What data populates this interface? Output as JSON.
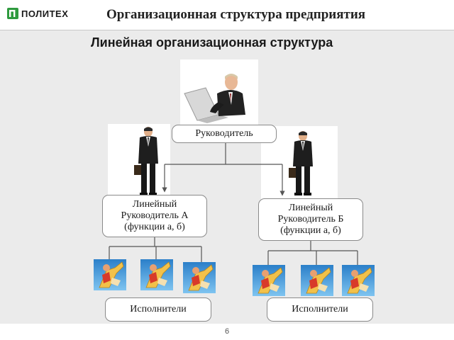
{
  "header": {
    "logo_text": "ПОЛИТЕХ",
    "title": "Организационная структура предприятия"
  },
  "slide": {
    "subtitle": "Линейная организационная структура",
    "page_number": "6"
  },
  "org_chart": {
    "top": {
      "label": "Руководитель"
    },
    "managers": [
      {
        "lines": [
          "Линейный",
          "Руководитель А",
          "(функции а, б)"
        ]
      },
      {
        "lines": [
          "Линейный",
          "Руководитель Б",
          "(функции а, б)"
        ]
      }
    ],
    "executors": [
      {
        "label": "Исполнители"
      },
      {
        "label": "Исполнители"
      }
    ]
  },
  "colors": {
    "logo_green": "#2e9a3e",
    "content_bg": "#ebebeb",
    "box_border": "#8a8a8a",
    "connector": "#555555"
  },
  "icons": [
    "logo-icon",
    "businessman-at-laptop-icon",
    "standing-businessman-icon",
    "executor-clipart-icon"
  ]
}
